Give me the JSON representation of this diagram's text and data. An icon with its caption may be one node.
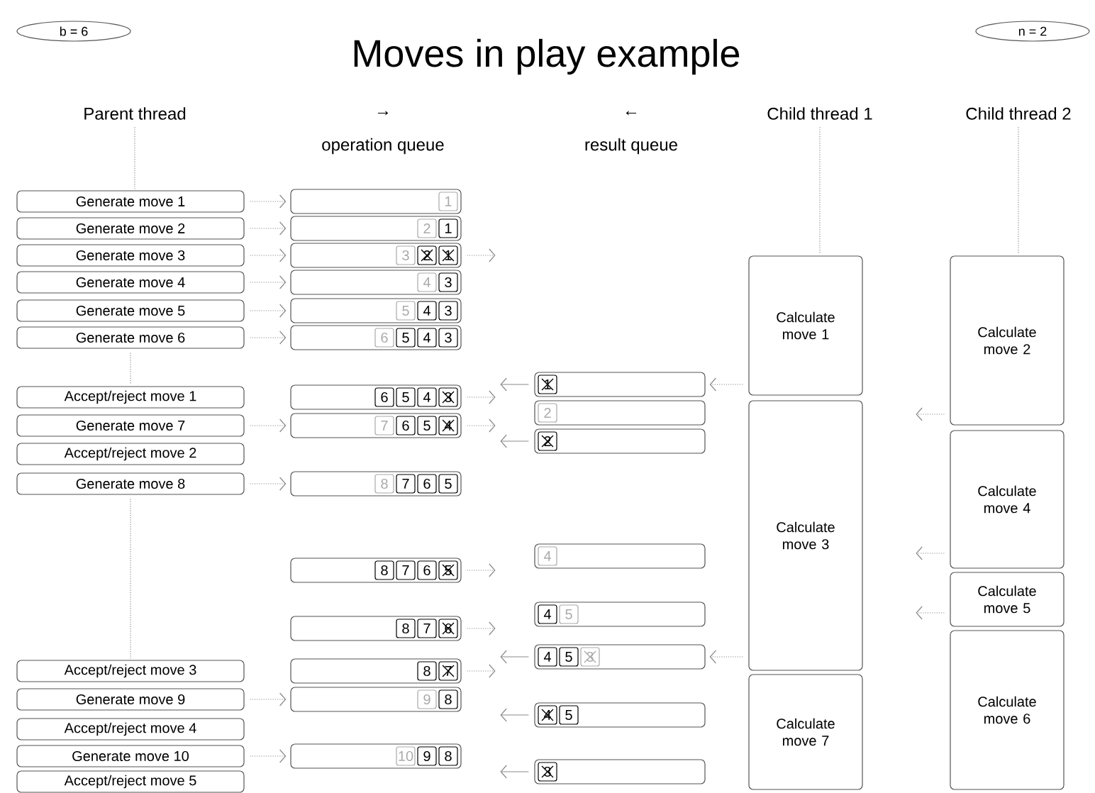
{
  "diagram": {
    "title": "Moves in play example",
    "nodes": [
      {
        "text": [
          "b = 6"
        ]
      },
      {
        "text": [
          "n = 2"
        ]
      },
      {
        "text": [
          "Generate move 1"
        ]
      },
      {
        "text": [
          "Generate move 2"
        ]
      },
      {
        "text": [
          "Generate move 3"
        ]
      },
      {
        "text": [
          "Generate move 4"
        ]
      },
      {
        "text": [
          "Generate move 5"
        ]
      },
      {
        "text": [
          "Generate move 6"
        ]
      },
      {
        "text": [
          "Accept/reject move 1"
        ]
      },
      {
        "text": [
          "Generate move 7"
        ]
      },
      {
        "text": [
          "Accept/reject move 2"
        ]
      },
      {
        "text": [
          "Generate move 8"
        ]
      },
      {
        "text": [
          "Accept/reject move 3"
        ]
      },
      {
        "text": [
          "Generate move 9"
        ]
      },
      {
        "text": [
          "Accept/reject move 4"
        ]
      },
      {
        "text": [
          "Generate move 10"
        ]
      },
      {
        "text": [
          "Accept/reject move 5"
        ]
      },
      {
        "text": [
          "1"
        ]
      },
      {
        "text": [
          "2",
          "1"
        ]
      },
      {
        "text": [
          "3",
          "2",
          "1"
        ]
      },
      {
        "text": [
          "4",
          "3"
        ]
      },
      {
        "text": [
          "5",
          "4",
          "3"
        ]
      },
      {
        "text": [
          "6",
          "5",
          "4",
          "3"
        ]
      },
      {
        "text": [
          "6",
          "5",
          "4",
          "3"
        ]
      },
      {
        "text": [
          "7",
          "6",
          "5",
          "4"
        ]
      },
      {
        "text": [
          "8",
          "7",
          "6",
          "5"
        ]
      },
      {
        "text": [
          "8",
          "7",
          "6",
          "5"
        ]
      },
      {
        "text": [
          "8",
          "7",
          "6"
        ]
      },
      {
        "text": [
          "8",
          "7"
        ]
      },
      {
        "text": [
          "9",
          "8"
        ]
      },
      {
        "text": [
          "10",
          "9",
          "8"
        ]
      },
      {
        "text": [
          "1"
        ]
      },
      {
        "text": [
          "2"
        ]
      },
      {
        "text": [
          "2"
        ]
      },
      {
        "text": [
          "4"
        ]
      },
      {
        "text": [
          "4",
          "5"
        ]
      },
      {
        "text": [
          "4",
          "5",
          "3"
        ]
      },
      {
        "text": [
          "4",
          "5"
        ]
      },
      {
        "text": [
          "3"
        ]
      },
      {
        "text": [
          "Calculate move 1"
        ]
      },
      {
        "text": [
          "Calculate move 3"
        ]
      },
      {
        "text": [
          "Calculate move 7"
        ]
      },
      {
        "text": [
          "Calculate move 2"
        ]
      },
      {
        "text": [
          "Calculate move 4"
        ]
      },
      {
        "text": [
          "Calculate move 5"
        ]
      },
      {
        "text": [
          "Calculate move 6"
        ]
      },
      {
        "text": [
          "Parent thread"
        ]
      },
      {
        "text": [
          "Child thread 1"
        ]
      },
      {
        "text": [
          "Child thread 2"
        ]
      }
    ],
    "edges": [
      {
        "from": 2,
        "to": 17,
        "arrow": "to",
        "style": "dashed"
      },
      {
        "from": 3,
        "to": 18,
        "arrow": "to",
        "style": "dashed"
      },
      {
        "from": 4,
        "to": 19,
        "arrow": "to",
        "style": "dashed"
      },
      {
        "from": 5,
        "to": 20,
        "arrow": "to",
        "style": "dashed"
      },
      {
        "from": 6,
        "to": 21,
        "arrow": "to",
        "style": "dashed"
      },
      {
        "from": 7,
        "to": 22,
        "arrow": "to",
        "style": "dashed"
      },
      {
        "from": 9,
        "to": 24,
        "arrow": "to",
        "style": "dashed"
      },
      {
        "from": 11,
        "to": 25,
        "arrow": "to",
        "style": "dashed"
      },
      {
        "from": 13,
        "to": 29,
        "arrow": "to",
        "style": "dashed"
      },
      {
        "from": 15,
        "to": 30,
        "arrow": "to",
        "style": "dashed"
      },
      {
        "from": 19,
        "to": null,
        "arrow": "to",
        "style": "dashed"
      },
      {
        "from": 23,
        "to": null,
        "arrow": "to",
        "style": "dashed"
      },
      {
        "from": 24,
        "to": null,
        "arrow": "to",
        "style": "dashed"
      },
      {
        "from": 26,
        "to": null,
        "arrow": "to",
        "style": "dashed"
      },
      {
        "from": 27,
        "to": null,
        "arrow": "to",
        "style": "dashed"
      },
      {
        "from": 28,
        "to": null,
        "arrow": "to",
        "style": "dashed"
      },
      {
        "from": 31,
        "to": null,
        "arrow": "to"
      },
      {
        "from": 33,
        "to": null,
        "arrow": "to"
      },
      {
        "from": 36,
        "to": null,
        "arrow": "to"
      },
      {
        "from": 37,
        "to": null,
        "arrow": "to"
      },
      {
        "from": 38,
        "to": null,
        "arrow": "to"
      },
      {
        "from": 39,
        "to": 31,
        "arrow": "to",
        "style": "dashed"
      },
      {
        "from": 40,
        "to": 36,
        "arrow": "to",
        "style": "dashed"
      },
      {
        "from": 42,
        "to": null,
        "arrow": "to",
        "style": "dashed"
      },
      {
        "from": 43,
        "to": null,
        "arrow": "to",
        "style": "dashed"
      },
      {
        "from": 44,
        "to": null,
        "arrow": "to",
        "style": "dashed"
      },
      {
        "from": 46,
        "to": 2,
        "arrow": "none",
        "style": "dashed"
      },
      {
        "from": 7,
        "to": 8,
        "arrow": "none",
        "style": "dashed"
      },
      {
        "from": 11,
        "to": 12,
        "arrow": "none",
        "style": "dashed"
      },
      {
        "from": 47,
        "to": 39,
        "arrow": "none",
        "style": "dashed"
      },
      {
        "from": 48,
        "to": 42,
        "arrow": "none",
        "style": "dashed"
      }
    ],
    "labels": [
      "→",
      "operation queue",
      "←",
      "result queue"
    ]
  }
}
